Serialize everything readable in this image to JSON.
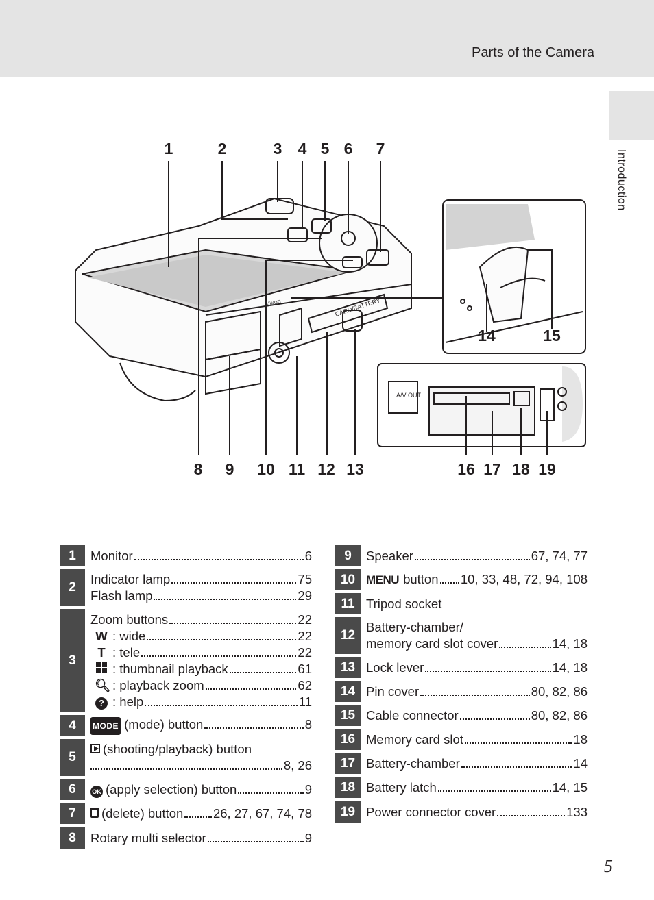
{
  "header": {
    "title": "Parts of the Camera"
  },
  "side_tab": {
    "label": "Introduction"
  },
  "page_number": "5",
  "callouts": [
    "1",
    "2",
    "3",
    "4",
    "5",
    "6",
    "7",
    "8",
    "9",
    "10",
    "11",
    "12",
    "13",
    "14",
    "15",
    "16",
    "17",
    "18",
    "19"
  ],
  "diagram_text": {
    "brand": "Nikon",
    "card_battery": "CARD/BATTERY",
    "av_out": "A/V OUT"
  },
  "icons": {
    "wide": "W",
    "tele": "T",
    "ok": "OK",
    "mode": "MODE",
    "menu": "MENU",
    "help": "?"
  },
  "left_table": [
    {
      "num": "1",
      "lines": [
        {
          "label": "Monitor",
          "pages": "6"
        }
      ]
    },
    {
      "num": "2",
      "lines": [
        {
          "label": "Indicator lamp",
          "pages": "75"
        },
        {
          "label": "Flash lamp",
          "pages": "29"
        }
      ]
    },
    {
      "num": "3",
      "lines": [
        {
          "label": "Zoom buttons",
          "pages": "22"
        },
        {
          "label": ": wide",
          "pages": "22"
        },
        {
          "label": ": tele",
          "pages": "22"
        },
        {
          "label": ": thumbnail playback",
          "pages": "61"
        },
        {
          "label": ": playback zoom",
          "pages": "62"
        },
        {
          "label": ": help",
          "pages": "11"
        }
      ]
    },
    {
      "num": "4",
      "lines": [
        {
          "label": "(mode) button",
          "pages": "8"
        }
      ]
    },
    {
      "num": "5",
      "lines": [
        {
          "label": "(shooting/playback) button",
          "pages": ""
        },
        {
          "label": "",
          "pages": "8, 26"
        }
      ]
    },
    {
      "num": "6",
      "lines": [
        {
          "label": "(apply selection) button",
          "pages": "9"
        }
      ]
    },
    {
      "num": "7",
      "lines": [
        {
          "label": "(delete) button",
          "pages": "26, 27, 67, 74, 78"
        }
      ]
    },
    {
      "num": "8",
      "lines": [
        {
          "label": "Rotary multi selector",
          "pages": "9"
        }
      ]
    }
  ],
  "right_table": [
    {
      "num": "9",
      "label": "Speaker",
      "pages": "67, 74, 77"
    },
    {
      "num": "10",
      "label": "button",
      "pages": "10, 33, 48, 72, 94, 108"
    },
    {
      "num": "11",
      "label": "Tripod socket",
      "pages": ""
    },
    {
      "num": "12",
      "label": "Battery-chamber/",
      "label2": "memory card slot cover",
      "pages": "14, 18"
    },
    {
      "num": "13",
      "label": "Lock lever",
      "pages": "14, 18"
    },
    {
      "num": "14",
      "label": "Pin cover",
      "pages": "80, 82, 86"
    },
    {
      "num": "15",
      "label": "Cable connector",
      "pages": "80, 82, 86"
    },
    {
      "num": "16",
      "label": "Memory card slot",
      "pages": "18"
    },
    {
      "num": "17",
      "label": "Battery-chamber",
      "pages": "14"
    },
    {
      "num": "18",
      "label": "Battery latch",
      "pages": "14, 15"
    },
    {
      "num": "19",
      "label": "Power connector cover",
      "pages": "133"
    }
  ]
}
